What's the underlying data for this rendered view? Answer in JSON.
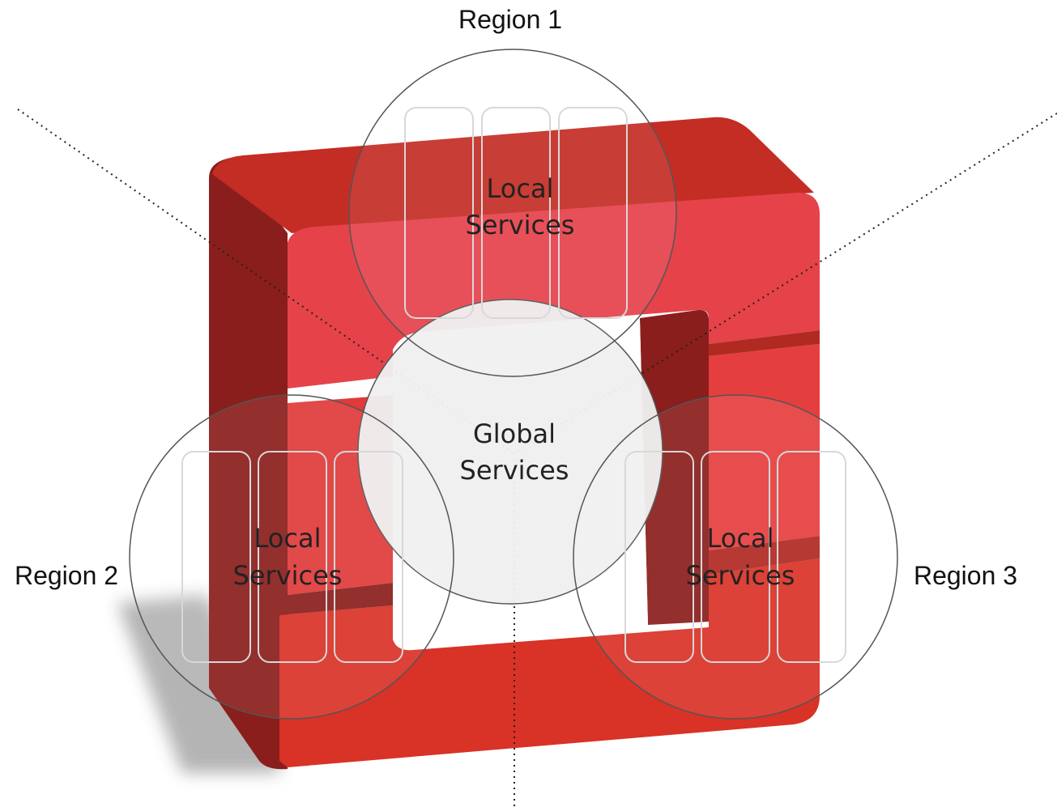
{
  "regions": {
    "r1": {
      "label": "Region 1",
      "services": [
        "Local",
        "Services"
      ]
    },
    "r2": {
      "label": "Region 2",
      "services": [
        "Local",
        "Services"
      ]
    },
    "r3": {
      "label": "Region 3",
      "services": [
        "Local",
        "Services"
      ]
    }
  },
  "global": {
    "line1": "Global",
    "line2": "Services"
  },
  "colors": {
    "logo_front": "#e5424a",
    "logo_side": "#8a1e1c",
    "logo_top": "#c42d24",
    "logo_bottom": "#d93226",
    "global_fill": "#efefef",
    "circle_stroke": "#555555",
    "service_box_stroke": "#d8d8d8"
  }
}
